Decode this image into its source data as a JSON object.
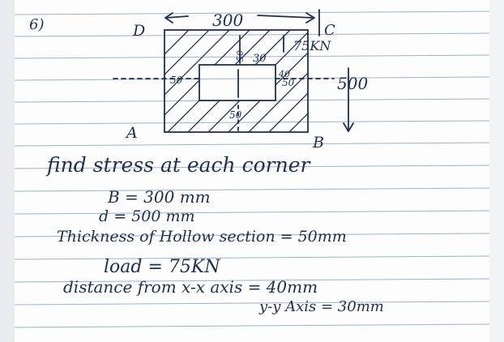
{
  "question_number": "6)",
  "figure": {
    "corner_d": "D",
    "corner_c": "C",
    "corner_a": "A",
    "corner_b": "B",
    "width_dim": "300",
    "depth_dim": "500",
    "left_thickness": "50",
    "right_thickness": "50",
    "top_thickness": "50",
    "bottom_thickness": "50",
    "load_label": "75KN",
    "offset_y": "30",
    "offset_x": "40"
  },
  "text_lines": [
    "find stress at each corner",
    "B = 300 mm",
    "d = 500 mm",
    "Thickness of Hollow section = 50mm",
    "load = 75KN",
    "distance from x-x axis = 40mm",
    "y-y Axis = 30mm"
  ]
}
